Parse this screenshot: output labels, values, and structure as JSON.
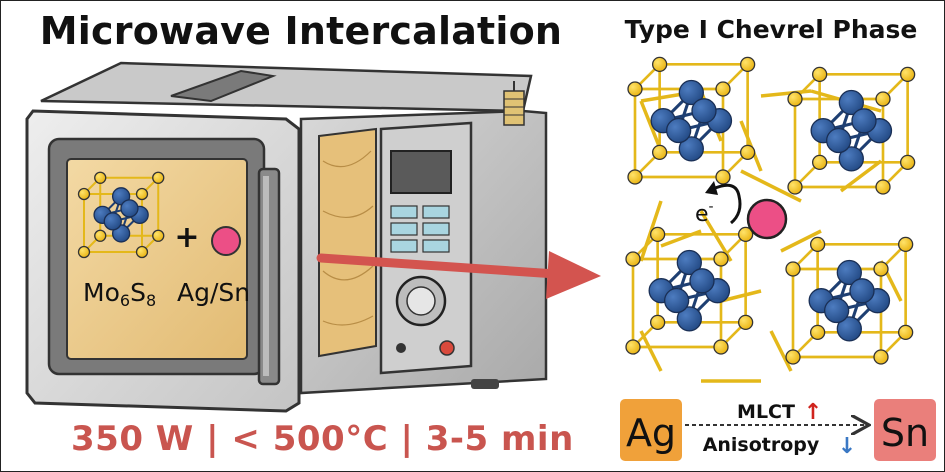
{
  "title_left": "Microwave Intercalation",
  "title_right": "Type I Chevrel Phase",
  "conditions": "350 W | < 500°C | 3-5 min",
  "reactants": {
    "plus": "+",
    "host_base": "Mo",
    "host_sub1": "6",
    "host_mid": "S",
    "host_sub2": "8",
    "guest": "Ag/Sn"
  },
  "electron": {
    "base": "e",
    "sup": "-"
  },
  "comparison": {
    "left": "Ag",
    "right": "Sn",
    "top_label": "MLCT",
    "top_arrow": "↑",
    "bottom_label": "Anisotropy",
    "bottom_arrow": "↓"
  },
  "colors": {
    "sulfur": "#f3c51f",
    "molybdenum": "#2d5a9b",
    "guest_ion": "#ec4f86",
    "arrow": "#d3544f",
    "ag_box": "#f0a13a",
    "sn_box": "#ea7f7b",
    "up_arrow": "#d0241e",
    "down_arrow": "#3a78c4"
  }
}
